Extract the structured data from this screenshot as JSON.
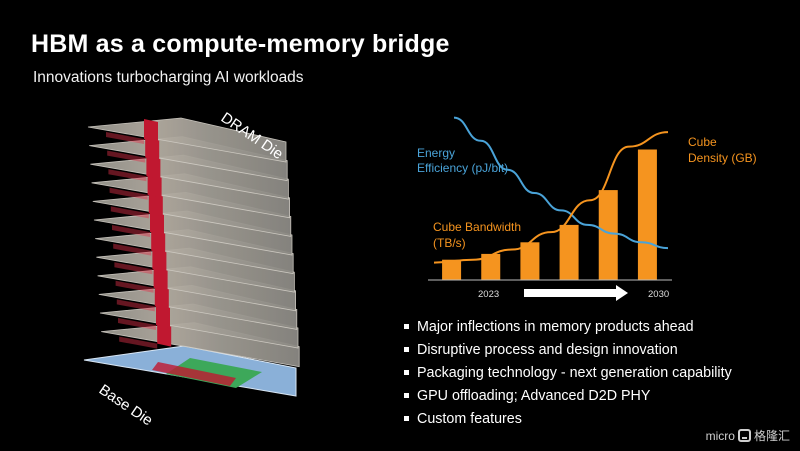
{
  "slide": {
    "title": "HBM as a compute-memory bridge",
    "subtitle": "Innovations turbocharging AI workloads"
  },
  "diagram": {
    "top_label": "DRAM Die",
    "bottom_label": "Base Die",
    "dram_layer_count": 12,
    "colors": {
      "die_base": "#a8a49c",
      "tsv_red": "#c01830",
      "glow_red": "#e0304a",
      "base_green": "#3da85a",
      "base_blue": "#8ab0d8"
    }
  },
  "chart_data": {
    "type": "bar",
    "categories": [
      "",
      "",
      "",
      "",
      "",
      ""
    ],
    "x_tick_labels": {
      "first": "2023",
      "last": "2030"
    },
    "values": [
      0.7,
      0.9,
      1.3,
      1.9,
      3.1,
      4.5
    ],
    "ylim": [
      0,
      5
    ],
    "bar_color": "#f5941f",
    "labels": {
      "bandwidth": [
        "Cube Bandwidth",
        "(TB/s)"
      ],
      "density": [
        "Cube",
        "Density (GB)"
      ],
      "efficiency": [
        "Energy",
        "Efficiency (pJ/bit)"
      ]
    },
    "bandwidth_curve": [
      0.6,
      0.7,
      1.05,
      1.65,
      2.75,
      4.6,
      5.1
    ],
    "efficiency_curve": [
      5.6,
      4.8,
      3.8,
      3.0,
      2.4,
      1.9,
      1.6,
      1.3,
      1.1
    ],
    "colors": {
      "bandwidth": "#f5941f",
      "density": "#f5941f",
      "efficiency": "#4aa3d8",
      "axis": "#bbbbbb",
      "arrow": "#ffffff"
    }
  },
  "bullets": [
    "Major inflections in memory products ahead",
    "Disruptive process and design innovation",
    "Packaging technology - next generation capability",
    "GPU offloading; Advanced D2D PHY",
    "Custom features"
  ],
  "watermark": {
    "brand": "micro",
    "cn": "格隆汇"
  }
}
